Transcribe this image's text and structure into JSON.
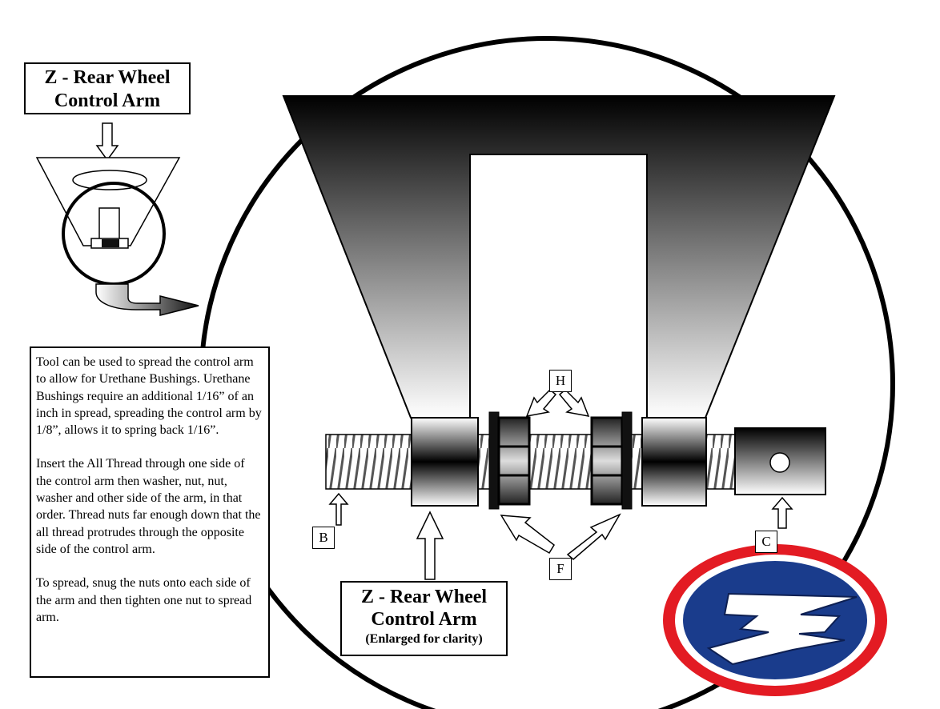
{
  "header_label": {
    "line1": "Z - Rear Wheel",
    "line2": "Control Arm"
  },
  "center_label": {
    "line1": "Z - Rear Wheel",
    "line2": "Control Arm",
    "note": "(Enlarged for clarity)"
  },
  "instructions": {
    "p1": "Tool can be used to spread the control arm to allow for Urethane Bushings. Urethane Bushings require an additional 1/16” of an inch in spread, spreading the control arm by 1/8”, allows it to spring back 1/16”.",
    "p2": "Insert the All Thread through one side of the control arm then washer, nut, nut, washer and other side of the arm, in that order.  Thread nuts far enough down that the all thread protrudes through the opposite side of the control arm.",
    "p3": "To spread, snug the nuts onto each side of the arm and then tighten one nut to spread arm."
  },
  "part_labels": {
    "b": "B",
    "c": "C",
    "f": "F",
    "h": "H"
  },
  "colors": {
    "logo_red": "#e31b23",
    "logo_blue": "#1a3c8c",
    "outline": "#000000"
  }
}
